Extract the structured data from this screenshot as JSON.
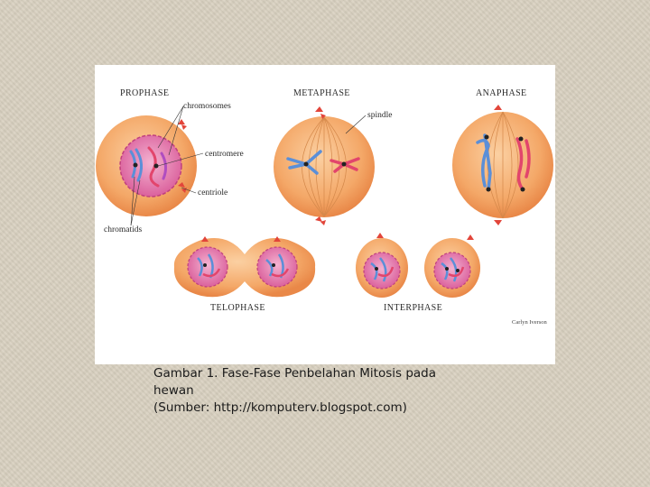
{
  "figure": {
    "phases": {
      "prophase": "PROPHASE",
      "metaphase": "METAPHASE",
      "anaphase": "ANAPHASE",
      "telophase": "TELOPHASE",
      "interphase": "INTERPHASE"
    },
    "labels": {
      "chromosomes": "chromosomes",
      "centromere": "centromere",
      "centriole": "centriole",
      "chromatids": "chromatids",
      "spindle": "spindle"
    },
    "credit": "Carlyn Iverson"
  },
  "caption": {
    "line1": "Gambar 1. Fase-Fase Penbelahan Mitosis pada",
    "line2": "hewan",
    "line3": "(Sumber: http://komputerv.blogspot.com)"
  },
  "colors": {
    "cell": "#f3a25e",
    "nucleus": "#e06aa2",
    "chromosome_blue": "#5b8fd8",
    "chromosome_red": "#e2456c",
    "centriole": "#e2453a"
  }
}
